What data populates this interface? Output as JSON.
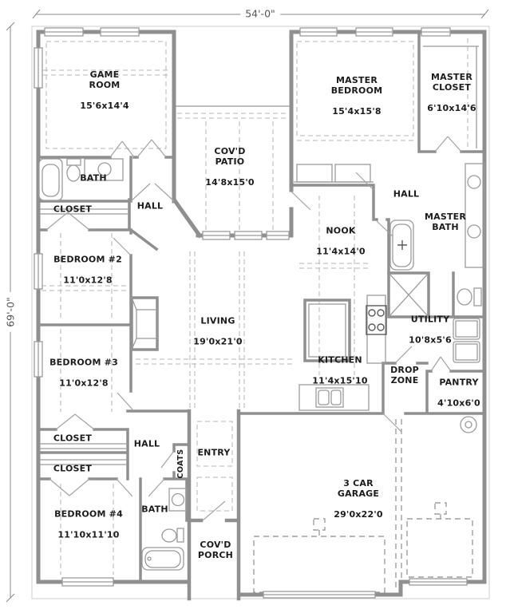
{
  "dimensions": {
    "width_label": "54'-0\"",
    "height_label": "69'-0\""
  },
  "rooms": {
    "game_room": {
      "name": "GAME\nROOM",
      "size": "15'6x14'4"
    },
    "master_bedroom": {
      "name": "MASTER\nBEDROOM",
      "size": "15'4x15'8"
    },
    "master_closet": {
      "name": "MASTER\nCLOSET",
      "size": "6'10x14'6"
    },
    "covd_patio": {
      "name": "COV'D\nPATIO",
      "size": "14'8x15'0"
    },
    "bath_upper": {
      "name": "BATH"
    },
    "hall_upper_left": {
      "name": "HALL"
    },
    "closet_upper": {
      "name": "CLOSET"
    },
    "bedroom_2": {
      "name": "BEDROOM #2",
      "size": "11'0x12'8"
    },
    "hall_right": {
      "name": "HALL"
    },
    "master_bath": {
      "name": "MASTER\nBATH"
    },
    "nook": {
      "name": "NOOK",
      "size": "11'4x14'0"
    },
    "living": {
      "name": "LIVING",
      "size": "19'0x21'0"
    },
    "kitchen": {
      "name": "KITCHEN",
      "size": "11'4x15'10"
    },
    "utility": {
      "name": "UTILITY",
      "size": "10'8x5'6"
    },
    "drop_zone": {
      "name": "DROP\nZONE"
    },
    "pantry": {
      "name": "PANTRY",
      "size": "4'10x6'0"
    },
    "bedroom_3": {
      "name": "BEDROOM #3",
      "size": "11'0x12'8"
    },
    "closet_lower_1": {
      "name": "CLOSET"
    },
    "closet_lower_2": {
      "name": "CLOSET"
    },
    "hall_lower": {
      "name": "HALL"
    },
    "coats": {
      "name": "COATS"
    },
    "entry": {
      "name": "ENTRY"
    },
    "bedroom_4": {
      "name": "BEDROOM #4",
      "size": "11'10x11'10"
    },
    "bath_lower": {
      "name": "BATH"
    },
    "covd_porch": {
      "name": "COV'D\nPORCH"
    },
    "garage": {
      "name": "3 CAR\nGARAGE",
      "size": "29'0x22'0"
    }
  },
  "colors": {
    "wall": "#8f8f8f",
    "text": "#1c1c1c",
    "dashed": "#b5b5b5",
    "background": "#ffffff"
  }
}
